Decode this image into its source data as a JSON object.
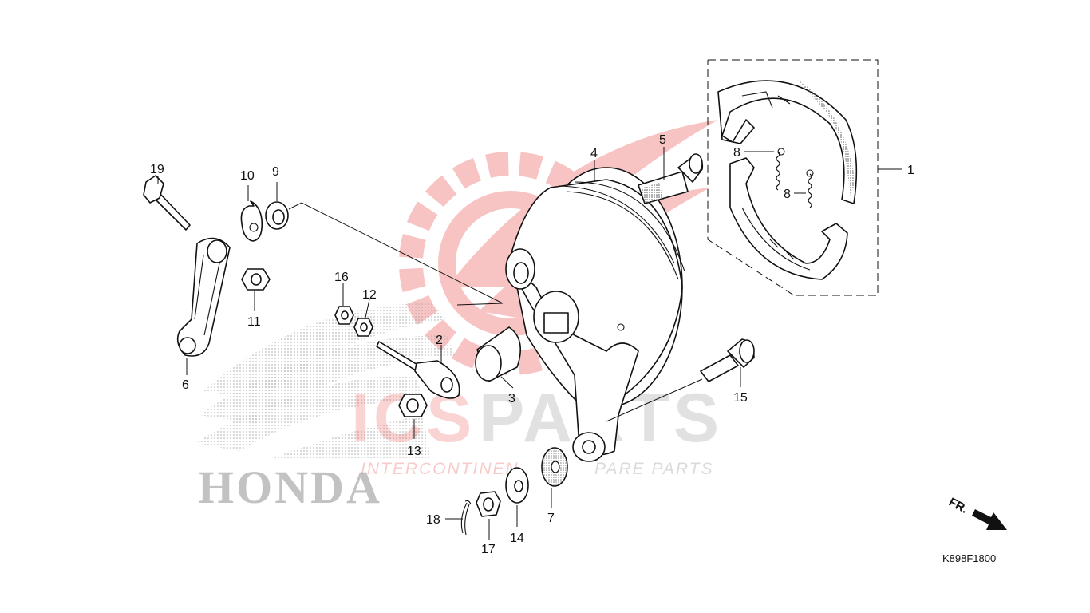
{
  "diagram_code": "K898F1800",
  "direction_label": "FR.",
  "callouts": {
    "c1": "1",
    "c2": "2",
    "c3": "3",
    "c4": "4",
    "c5": "5",
    "c6": "6",
    "c7": "7",
    "c8a": "8",
    "c8b": "8",
    "c9": "9",
    "c10": "10",
    "c11": "11",
    "c12": "12",
    "c13": "13",
    "c14": "14",
    "c15": "15",
    "c16": "16",
    "c17": "17",
    "c18": "18",
    "c19": "19"
  },
  "watermark": {
    "brand_ics": "ICS",
    "brand_parts": "PARTS",
    "tagline_a": "INTERCONTINEN",
    "tagline_b": "PARE PARTS",
    "honda_text": "HONDA",
    "accent_color": "#e8423f",
    "gray_color": "#bdbdbd"
  }
}
